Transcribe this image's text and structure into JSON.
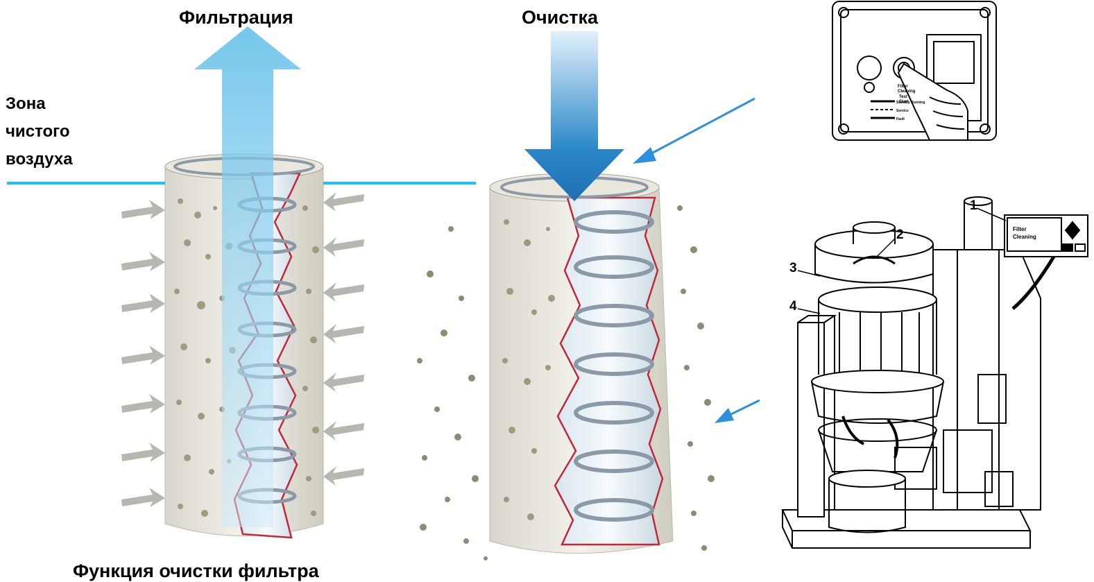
{
  "labels": {
    "filtration": "Фильтрация",
    "cleaning": "Очистка",
    "clean_air_zone_line1": "Зона",
    "clean_air_zone_line2": "чистого",
    "clean_air_zone_line3": "воздуха",
    "caption": "Функция очистки фильтра"
  },
  "control_panel": {
    "button_label_1": "Filter",
    "button_label_2": "Cleaning",
    "button_label_3": "Test",
    "button_label_4": "Start",
    "legend_1": "Standby Running",
    "legend_2": "Service",
    "legend_3": "Fault"
  },
  "unit_callouts": {
    "n1": "1",
    "n2": "2",
    "n3": "3",
    "n4": "4",
    "display_line1": "Filter",
    "display_line2": "Cleaning"
  },
  "colors": {
    "arrow_up": "#5cbde8",
    "arrow_down": "#2a86c8",
    "clean_line": "#1ec0ec",
    "pointer": "#2e8fdc",
    "seam": "#c0283a",
    "particle": "#a09a7e"
  }
}
